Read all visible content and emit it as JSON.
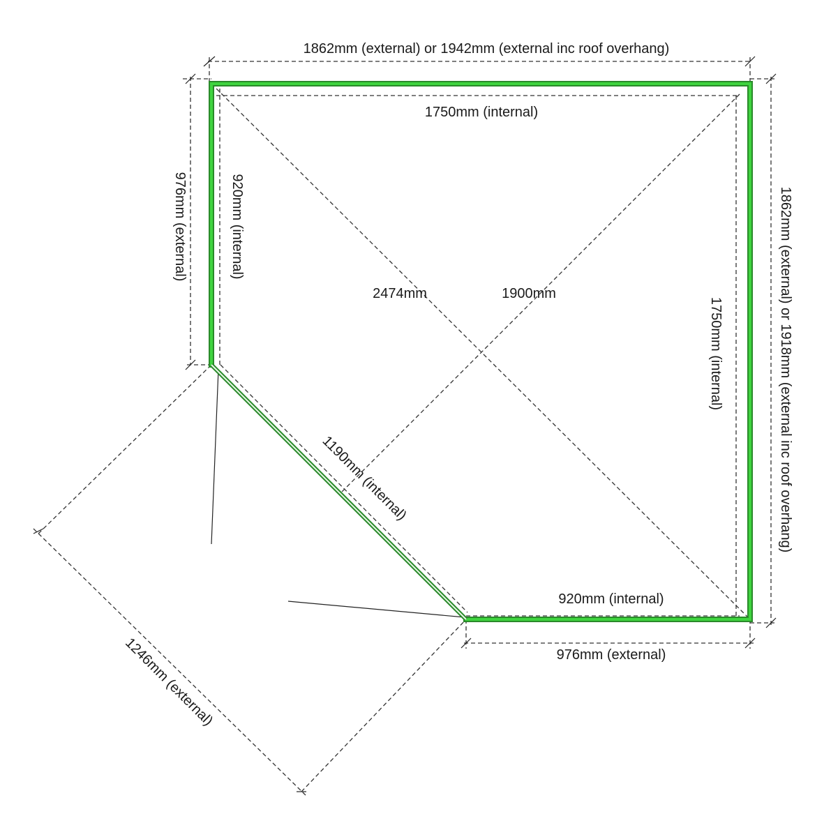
{
  "title": "Corner shed floor plan dimensions",
  "colors": {
    "wall": "#3fd43f",
    "wall_edge": "#2a8a2a",
    "lines": "#333333"
  },
  "labels": {
    "top_external": "1862mm (external) or 1942mm (external inc roof overhang)",
    "top_internal": "1750mm (internal)",
    "left_external": "976mm (external)",
    "left_internal": "920mm (internal)",
    "right_external": "1862mm (external) or 1918mm (external inc roof overhang)",
    "right_internal": "1750mm (internal)",
    "diagonal_long": "2474mm",
    "diagonal_short": "1900mm",
    "front_internal": "1190mm (internal)",
    "bottom_internal": "920mm (internal)",
    "bottom_external": "976mm (external)",
    "front_external": "1246mm (external)"
  }
}
